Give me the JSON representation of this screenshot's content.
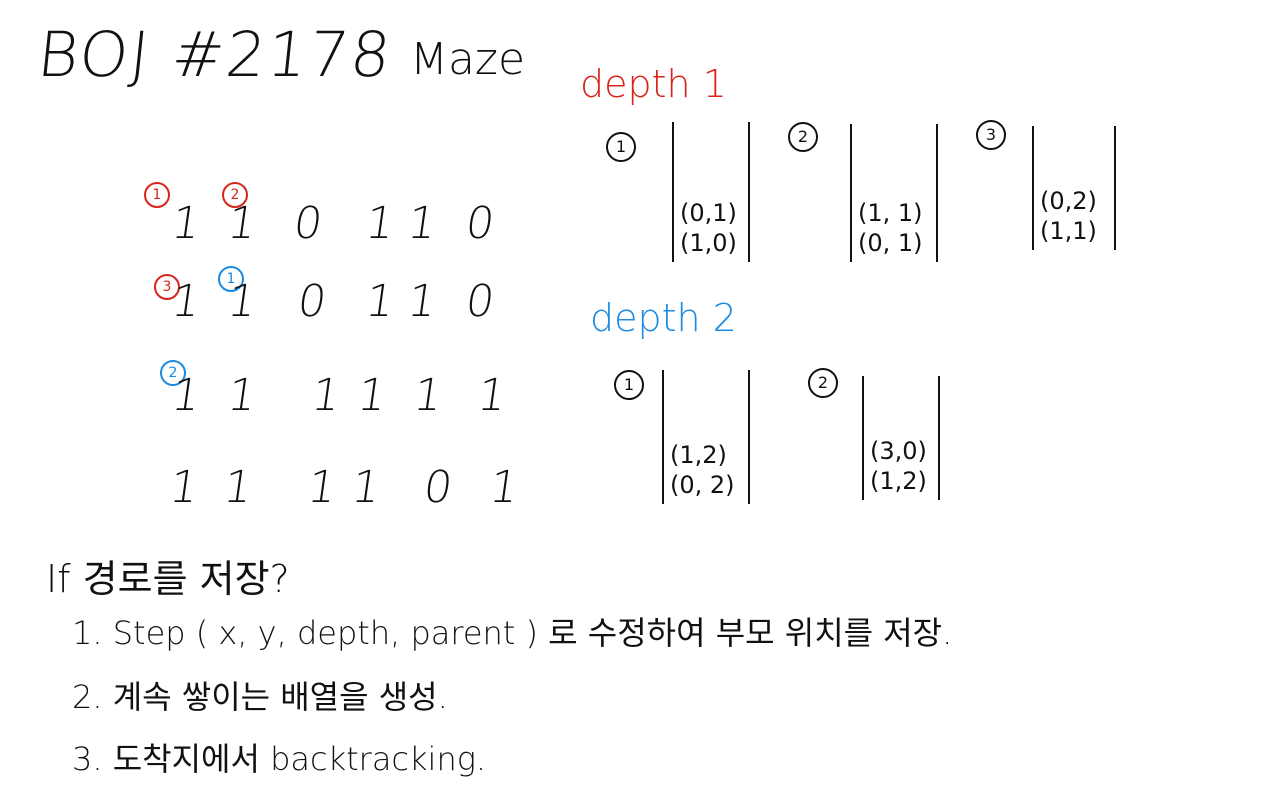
{
  "title": "BOJ #2178",
  "subtitle": "Maze",
  "grid": {
    "rows": [
      [
        "1",
        "1",
        "0",
        "1",
        "1",
        "0"
      ],
      [
        "1",
        "1",
        "0",
        "1",
        "1",
        "0"
      ],
      [
        "1",
        "1",
        "1",
        "1",
        "1",
        "1"
      ],
      [
        "1",
        "1",
        "1",
        "1",
        "0",
        "1"
      ]
    ],
    "markers": [
      {
        "label": "1",
        "color": "red"
      },
      {
        "label": "2",
        "color": "red"
      },
      {
        "label": "3",
        "color": "red"
      },
      {
        "label": "1",
        "color": "blue"
      },
      {
        "label": "2",
        "color": "blue"
      }
    ]
  },
  "depth1": {
    "label": "depth 1",
    "color": "#d6261c",
    "stacks": [
      {
        "num": "1",
        "items": [
          "(0,1)",
          "(1,0)"
        ]
      },
      {
        "num": "2",
        "items": [
          "(1, 1)",
          "(0, 1)"
        ]
      },
      {
        "num": "3",
        "items": [
          "(0,2)",
          "(1,1)"
        ]
      }
    ]
  },
  "depth2": {
    "label": "depth 2",
    "color": "#1b8ae0",
    "stacks": [
      {
        "num": "1",
        "items": [
          "(1,2)",
          "(0, 2)"
        ]
      },
      {
        "num": "2",
        "items": [
          "(3,0)",
          "(1,2)"
        ]
      }
    ]
  },
  "notes": {
    "heading": "If 경로를 저장?",
    "line1": "1. Step ( x, y, depth, parent ) 로 수정하여 부모 위치를 저장.",
    "line2": "2. 계속 쌓이는 배열을 생성.",
    "line3": "3. 도착지에서 backtracking."
  }
}
